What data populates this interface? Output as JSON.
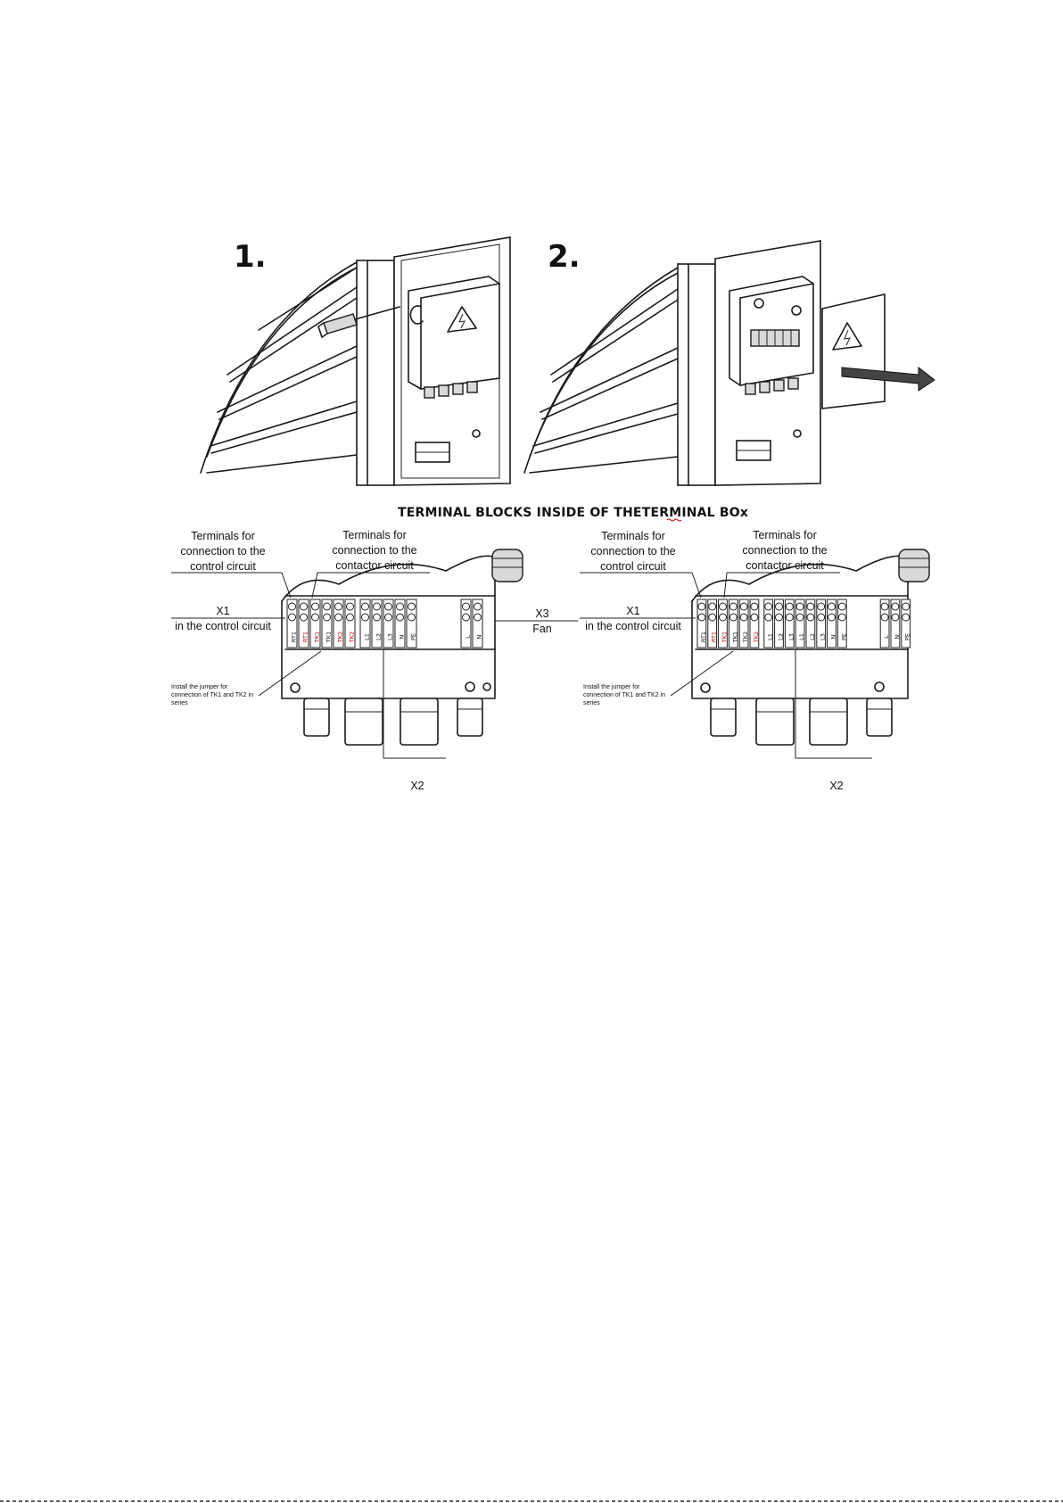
{
  "steps": [
    {
      "number": "1."
    },
    {
      "number": "2."
    }
  ],
  "heading": "TERMINAL BLOCKS INSIDE OF THETERMINAL BOx",
  "left_diagram": {
    "control_label": [
      "Terminals for",
      "connection to the",
      "control circuit"
    ],
    "contactor_label": [
      "Terminals for",
      "connection to the",
      "contactor circuit"
    ],
    "x1": "X1",
    "x1_sub": "in the control circuit",
    "x3": "X3",
    "x3_sub": "Fan",
    "x2": "X2",
    "jumper_note": [
      "Install the jumper for",
      "connection of TK1 and TK2 in",
      "series"
    ],
    "terminals": [
      {
        "label": "RT1",
        "color": "black"
      },
      {
        "label": "RT1",
        "color": "red"
      },
      {
        "label": "TK1",
        "color": "red"
      },
      {
        "label": "TK1",
        "color": "black"
      },
      {
        "label": "TK2",
        "color": "red"
      },
      {
        "label": "TK2",
        "color": "red"
      },
      {
        "label": "L1",
        "color": "black"
      },
      {
        "label": "L2",
        "color": "black"
      },
      {
        "label": "L3",
        "color": "black"
      },
      {
        "label": "N",
        "color": "black"
      },
      {
        "label": "PE",
        "color": "black"
      },
      {
        "label": "L",
        "color": "black"
      },
      {
        "label": "N",
        "color": "black"
      }
    ]
  },
  "right_diagram": {
    "control_label": [
      "Terminals for",
      "connection to the",
      "control circuit"
    ],
    "contactor_label": [
      "Terminals for",
      "connection to the",
      "contactor circuit"
    ],
    "x1": "X1",
    "x1_sub": "in the control circuit",
    "x2": "X2",
    "jumper_note": [
      "Install the jumper for",
      "connection of TK1 and TK2 in",
      "series"
    ],
    "terminals": [
      {
        "label": "RT1",
        "color": "black"
      },
      {
        "label": "RT1",
        "color": "red"
      },
      {
        "label": "TK1",
        "color": "red"
      },
      {
        "label": "TK1",
        "color": "black"
      },
      {
        "label": "TK2",
        "color": "black"
      },
      {
        "label": "TK2",
        "color": "red"
      },
      {
        "label": "L1",
        "color": "black"
      },
      {
        "label": "L2",
        "color": "black"
      },
      {
        "label": "L3",
        "color": "black"
      },
      {
        "label": "L1",
        "color": "black"
      },
      {
        "label": "L2",
        "color": "black"
      },
      {
        "label": "L3",
        "color": "black"
      },
      {
        "label": "N",
        "color": "black"
      },
      {
        "label": "PE",
        "color": "black"
      },
      {
        "label": "L",
        "color": "black"
      },
      {
        "label": "N",
        "color": "black"
      },
      {
        "label": "PE",
        "color": "black"
      }
    ]
  }
}
